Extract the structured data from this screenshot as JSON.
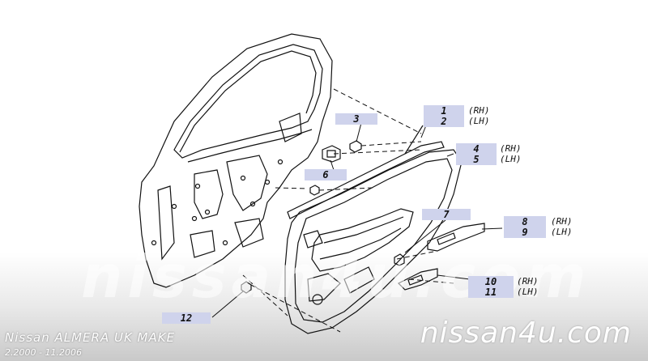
{
  "callouts": {
    "c1": "1",
    "c2": "2",
    "c3": "3",
    "c4": "4",
    "c5": "5",
    "c6": "6",
    "c7": "7",
    "c8": "8",
    "c9": "9",
    "c10": "10",
    "c11": "11",
    "c12": "12"
  },
  "sides": {
    "rh": "(RH)",
    "lh": "(LH)"
  },
  "watermark": "nissan4u.com",
  "brand": "nissan4u.com",
  "model": "Nissan ALMERA UK MAKE",
  "years": "2.2000 - 11.2006",
  "colors": {
    "label_fill": "#cfd3ec",
    "line": "#111111"
  }
}
